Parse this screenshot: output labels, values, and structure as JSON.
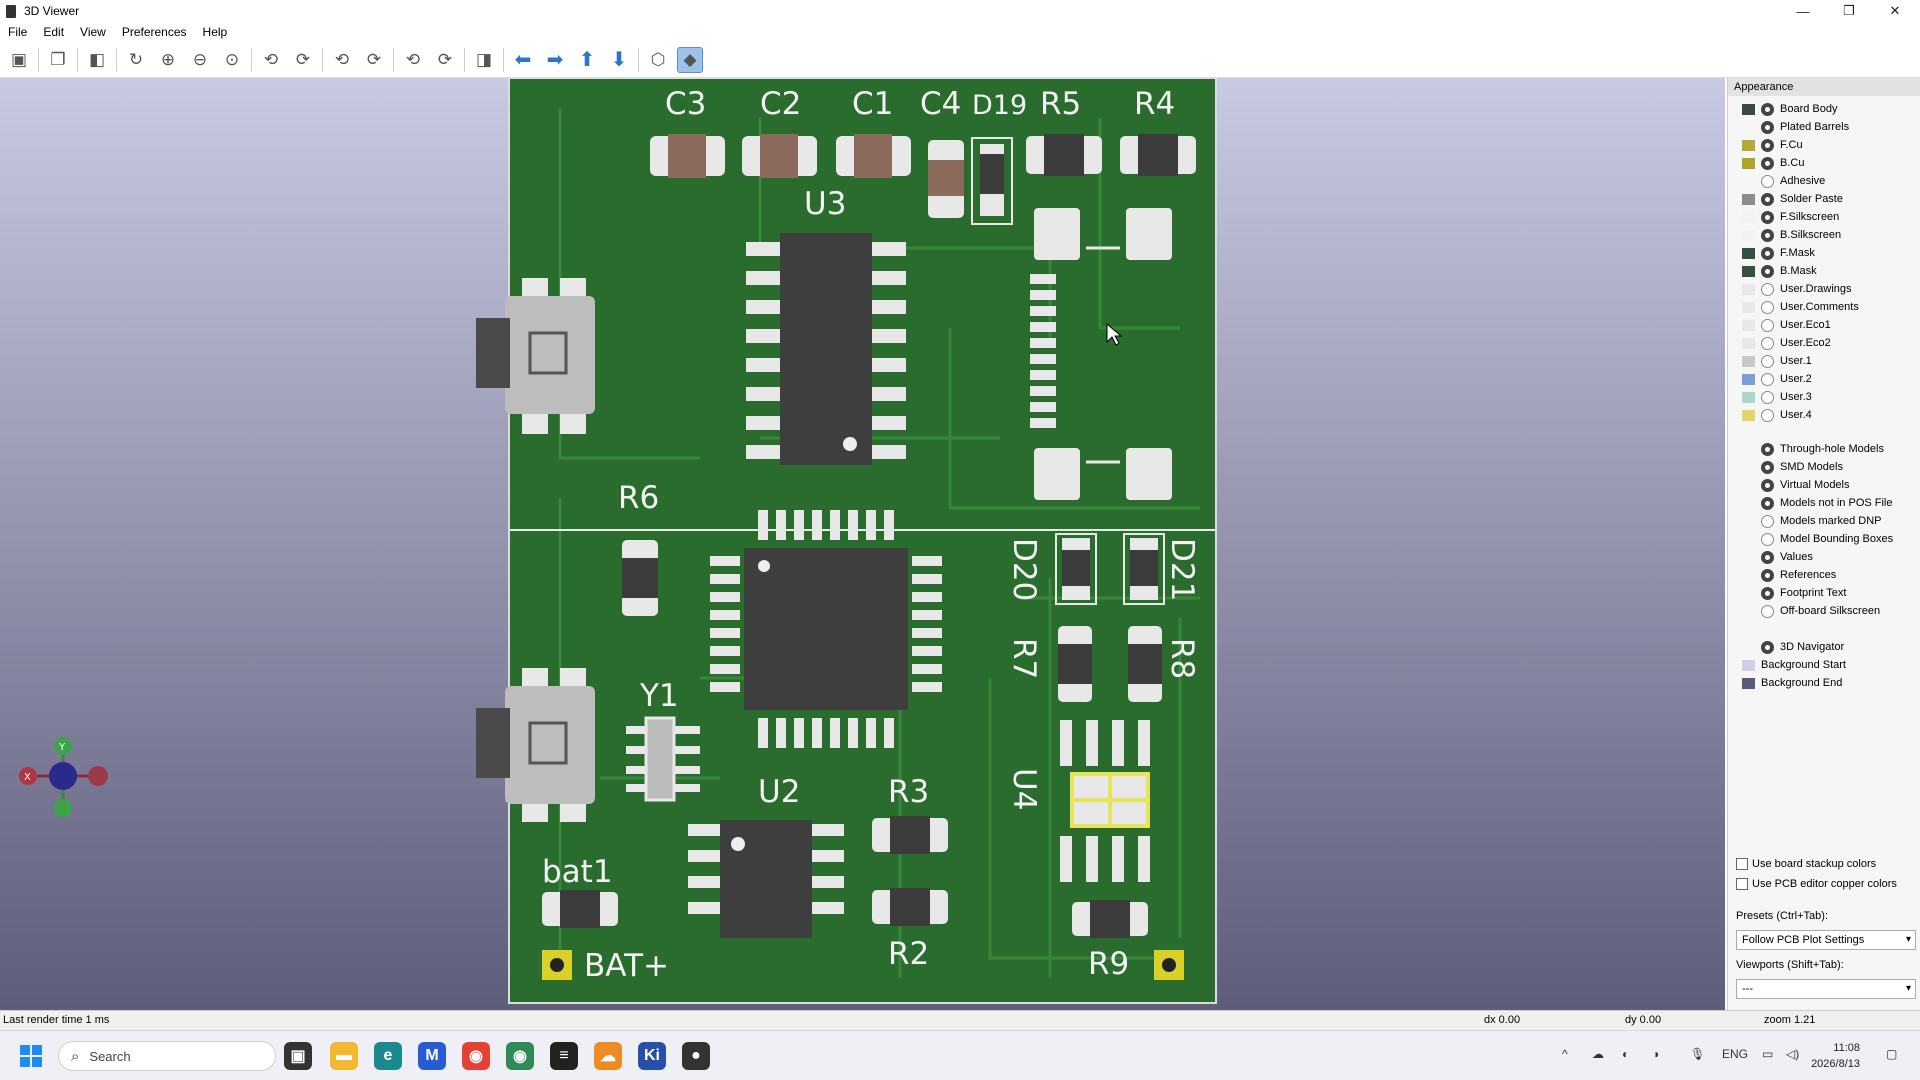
{
  "window": {
    "title": "3D Viewer",
    "minimize": "—",
    "restore": "❐",
    "close": "✕"
  },
  "menu": [
    "File",
    "Edit",
    "View",
    "Preferences",
    "Help"
  ],
  "pcb": {
    "refs": {
      "c3": "C3",
      "c2": "C2",
      "c1": "C1",
      "c4": "C4",
      "d19": "D19",
      "r5": "R5",
      "r4": "R4",
      "u3": "U3",
      "r6": "R6",
      "d20": "D20",
      "d21": "D21",
      "r7": "R7",
      "r8": "R8",
      "y1": "Y1",
      "u4": "U4",
      "u2": "U2",
      "r3": "R3",
      "r2": "R2",
      "bat1": "bat1",
      "batplus": "BAT+",
      "r9": "R9"
    }
  },
  "navigator": {
    "y": "Y",
    "x": "X"
  },
  "appearance": {
    "header": "Appearance",
    "layers": [
      {
        "label": "Board Body",
        "color": "#3a4a3c",
        "vis": "eye"
      },
      {
        "label": "Plated Barrels",
        "color": "",
        "vis": "eye"
      },
      {
        "label": "F.Cu",
        "color": "#b7a83a",
        "vis": "eye"
      },
      {
        "label": "B.Cu",
        "color": "#b0a230",
        "vis": "eye"
      },
      {
        "label": "Adhesive",
        "color": "",
        "vis": "off"
      },
      {
        "label": "Solder Paste",
        "color": "#8c8c8c",
        "vis": "eye"
      },
      {
        "label": "F.Silkscreen",
        "color": "#f2f2f2",
        "vis": "eye"
      },
      {
        "label": "B.Silkscreen",
        "color": "#f2f2f2",
        "vis": "eye"
      },
      {
        "label": "F.Mask",
        "color": "#35503e",
        "vis": "eye"
      },
      {
        "label": "B.Mask",
        "color": "#35503e",
        "vis": "eye"
      },
      {
        "label": "User.Drawings",
        "color": "#e8e8e8",
        "vis": "off"
      },
      {
        "label": "User.Comments",
        "color": "#e8e8e8",
        "vis": "off"
      },
      {
        "label": "User.Eco1",
        "color": "#e8e8e8",
        "vis": "off"
      },
      {
        "label": "User.Eco2",
        "color": "#e8e8e8",
        "vis": "off"
      },
      {
        "label": "User.1",
        "color": "#c8c8c8",
        "vis": "off"
      },
      {
        "label": "User.2",
        "color": "#7a9fd6",
        "vis": "off"
      },
      {
        "label": "User.3",
        "color": "#a9d8c8",
        "vis": "off"
      },
      {
        "label": "User.4",
        "color": "#e3d56a",
        "vis": "off"
      }
    ],
    "models": [
      {
        "label": "Through-hole Models",
        "vis": "eye"
      },
      {
        "label": "SMD Models",
        "vis": "eye"
      },
      {
        "label": "Virtual Models",
        "vis": "eye"
      },
      {
        "label": "Models not in POS File",
        "vis": "eye"
      },
      {
        "label": "Models marked DNP",
        "vis": "off"
      },
      {
        "label": "Model Bounding Boxes",
        "vis": "off"
      }
    ],
    "text": [
      {
        "label": "Values",
        "vis": "eye"
      },
      {
        "label": "References",
        "vis": "eye"
      },
      {
        "label": "Footprint Text",
        "vis": "eye"
      },
      {
        "label": "Off-board Silkscreen",
        "vis": "off"
      }
    ],
    "misc": [
      {
        "label": "3D Navigator",
        "color": "",
        "vis": "eye"
      },
      {
        "label": "Background Start",
        "color": "#cfd0e6",
        "vis": "none"
      },
      {
        "label": "Background End",
        "color": "#5b5a78",
        "vis": "none"
      }
    ],
    "use_stackup_colors": "Use board stackup colors",
    "use_pcb_copper_colors": "Use PCB editor copper colors",
    "presets_label": "Presets (Ctrl+Tab):",
    "presets_value": "Follow PCB Plot Settings",
    "viewports_label": "Viewports (Shift+Tab):",
    "viewports_value": "---"
  },
  "status": {
    "render_time": "Last render time 1 ms",
    "dx": "dx 0.00",
    "dy": "dy 0.00",
    "zoom": "zoom 1.21"
  },
  "taskbar": {
    "search": "Search",
    "lang": "ENG",
    "time": "11:08",
    "date": "2026/8/13"
  }
}
